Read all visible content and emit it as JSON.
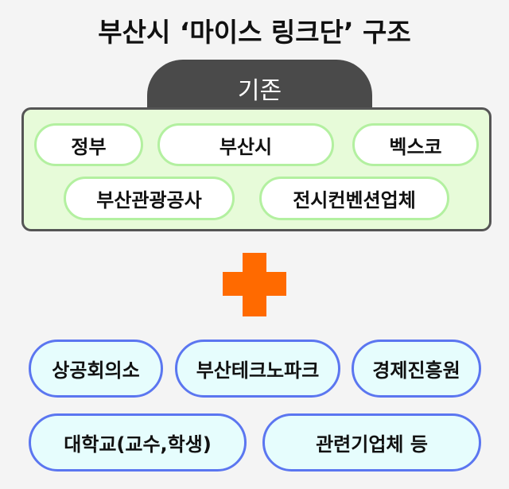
{
  "title": "부산시 ‘마이스 링크단’ 구조",
  "existing": {
    "label": "기존",
    "members": [
      "정부",
      "부산시",
      "벡스코",
      "부산관광공사",
      "전시컨벤션업체"
    ]
  },
  "added": {
    "members": [
      "상공회의소",
      "부산테크노파크",
      "경제진흥원",
      "대학교(교수,학생)",
      "관련기업체 등"
    ]
  },
  "colors": {
    "plus": "#ff6a00",
    "existing_bg": "#e7fbd9",
    "new_border": "#5b76f0"
  }
}
